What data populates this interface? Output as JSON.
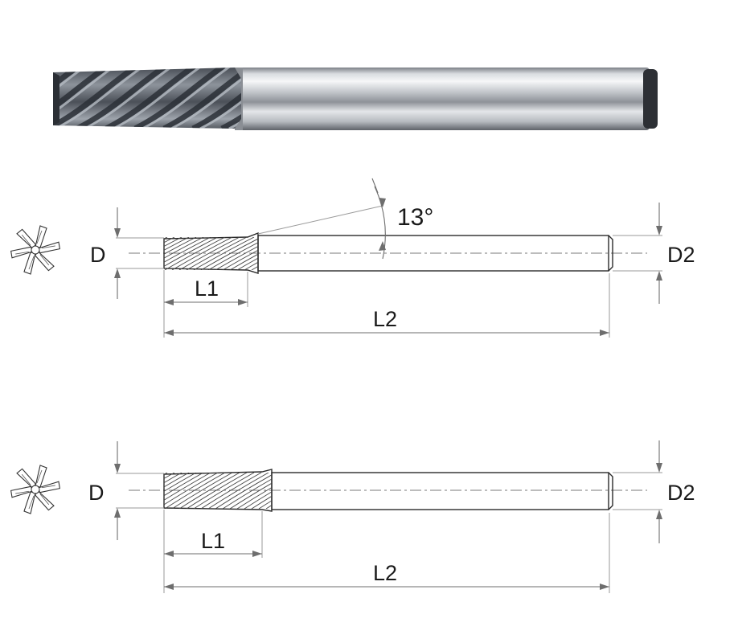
{
  "angle_label": "13°",
  "views": [
    {
      "labels": {
        "diameter": "D",
        "shank_diameter": "D2",
        "flute_length": "L1",
        "overall_length": "L2"
      }
    },
    {
      "labels": {
        "diameter": "D",
        "shank_diameter": "D2",
        "flute_length": "L1",
        "overall_length": "L2"
      }
    }
  ],
  "colors": {
    "shank_light": "#f2f3f5",
    "shank_mid": "#c9ccd1",
    "shank_dark": "#6d7177",
    "flute_dark": "#4a4f57",
    "flute_light": "#9aa0a8"
  }
}
